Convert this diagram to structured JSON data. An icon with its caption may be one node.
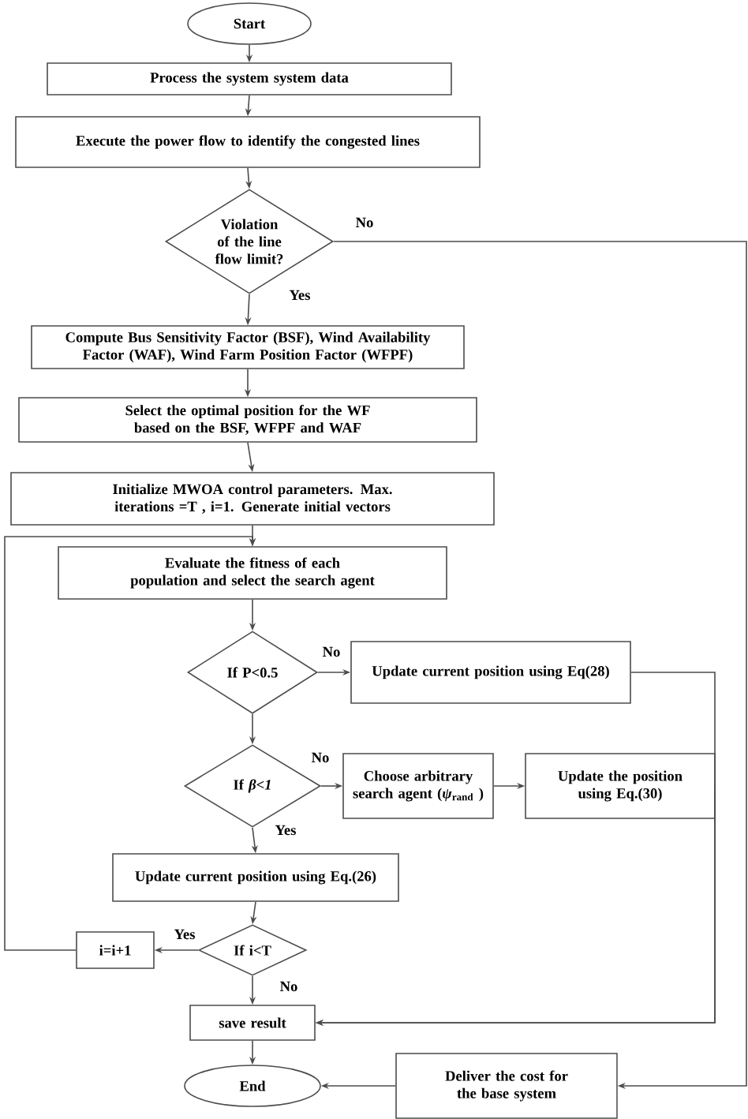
{
  "diagram": {
    "nodes": [
      {
        "text": [
          "Start"
        ]
      },
      {
        "text": [
          "Process the system system data"
        ]
      },
      {
        "text": [
          "Execute the power flow to identify the congested lines"
        ]
      },
      {
        "text": [
          "Violation of the line flow limit?"
        ]
      },
      {
        "text": [
          "Compute Bus Sensitivity Factor (BSF),  Wind Availability Factor (WAF), Wind Farm Position Factor (WFPF)"
        ]
      },
      {
        "text": [
          "Select the optimal position for the WF based on the BSF, WFPF and WAF"
        ]
      },
      {
        "text": [
          "Initialize MWOA control parameters. Max. iterations =T , i=1. Generate initial vectors"
        ]
      },
      {
        "text": [
          "Evaluate the fitness of each population and select the search agent"
        ]
      },
      {
        "text": [
          "If P<0.5"
        ]
      },
      {
        "text": [
          "Update current position using Eq(28)"
        ]
      },
      {
        "text": [
          "If *β<1*"
        ]
      },
      {
        "text": [
          "Choose arbitrary search agent (*ψ*$_{rand}$ )"
        ]
      },
      {
        "text": [
          "Update the position using Eq.(30)"
        ]
      },
      {
        "text": [
          "Update current position using Eq.(26)"
        ]
      },
      {
        "text": [
          "If i<T"
        ]
      },
      {
        "text": [
          "i=i+1"
        ]
      },
      {
        "text": [
          "save result"
        ]
      },
      {
        "text": [
          "End"
        ]
      },
      {
        "text": [
          "Deliver the cost for the base system"
        ]
      }
    ],
    "edges": [
      {
        "from": 0,
        "to": 1,
        "arrow": "to"
      },
      {
        "from": 1,
        "to": 2,
        "arrow": "to"
      },
      {
        "from": 2,
        "to": 3,
        "arrow": "to"
      },
      {
        "from": 3,
        "to": 4,
        "arrow": "to",
        "label": "Yes"
      },
      {
        "from": 3,
        "to": 18,
        "arrow": "to",
        "label": "No"
      },
      {
        "from": 4,
        "to": 5,
        "arrow": "to"
      },
      {
        "from": 5,
        "to": 6,
        "arrow": "to"
      },
      {
        "from": 6,
        "to": 7,
        "arrow": "to"
      },
      {
        "from": 7,
        "to": 8,
        "arrow": "to"
      },
      {
        "from": 8,
        "to": 9,
        "arrow": "to",
        "label": "No"
      },
      {
        "from": 8,
        "to": 10,
        "arrow": "to"
      },
      {
        "from": 10,
        "to": 11,
        "arrow": "to",
        "label": "No"
      },
      {
        "from": 10,
        "to": 13,
        "arrow": "to",
        "label": "Yes"
      },
      {
        "from": 11,
        "to": 12,
        "arrow": "to"
      },
      {
        "from": 12,
        "to": 16,
        "arrow": "to"
      },
      {
        "from": 9,
        "to": 16,
        "arrow": "to"
      },
      {
        "from": 13,
        "to": 14,
        "arrow": "to"
      },
      {
        "from": 14,
        "to": 15,
        "arrow": "to",
        "label": "Yes"
      },
      {
        "from": 15,
        "to": 7,
        "arrow": "to"
      },
      {
        "from": 14,
        "to": 16,
        "arrow": "to",
        "label": "No"
      },
      {
        "from": 16,
        "to": 17,
        "arrow": "to"
      },
      {
        "from": 18,
        "to": 17,
        "arrow": "to"
      }
    ]
  }
}
